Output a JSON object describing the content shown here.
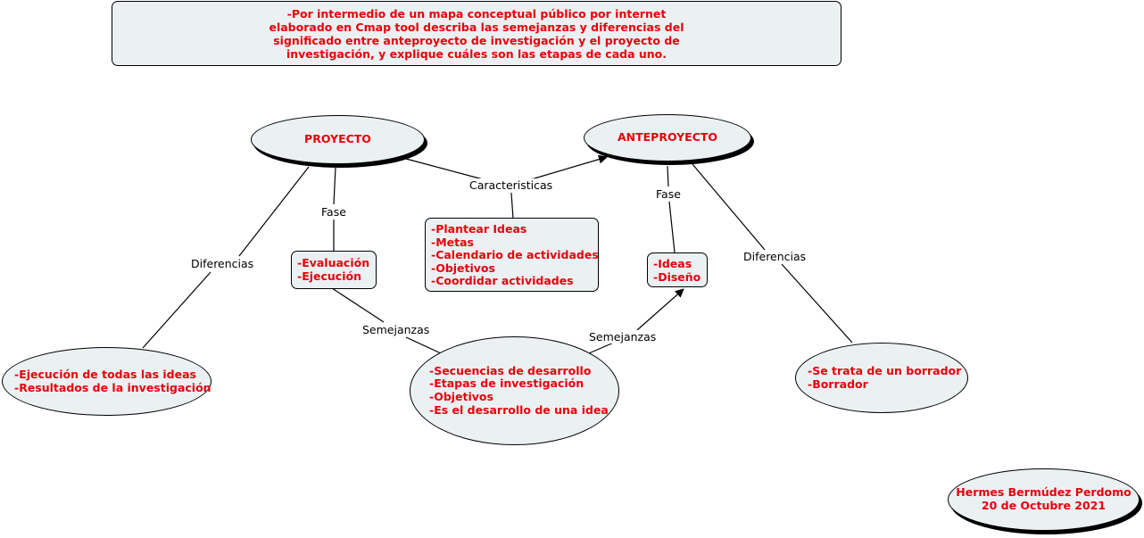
{
  "title": {
    "lines": [
      "-Por intermedio de un mapa conceptual público por internet",
      "elaborado en Cmap tool describa las semejanzas y diferencias del",
      "significado entre anteproyecto de investigación y el proyecto de",
      "investigación, y explique cuáles son las etapas de cada uno."
    ]
  },
  "nodes": {
    "proyecto": "PROYECTO",
    "anteproyecto": "ANTEPROYECTO",
    "caracteristicas": [
      "-Plantear Ideas",
      "-Metas",
      "-Calendario de actividades",
      "-Objetivos",
      "-Coordidar actividades"
    ],
    "fase_proyecto": [
      "-Evaluación",
      "-Ejecución"
    ],
    "fase_anteproyecto": [
      "-Ideas",
      "-Diseño"
    ],
    "diferencias_proyecto": [
      "-Ejecución de todas las ideas",
      "-Resultados de la investigación"
    ],
    "semejanzas": [
      "-Secuencias de desarrollo",
      "-Etapas de investigación",
      "-Objetivos",
      "-Es el desarrollo de una idea"
    ],
    "diferencias_anteproyecto": [
      "-Se trata de un borrador",
      "-Borrador"
    ],
    "author": [
      "Hermes Bermúdez Perdomo",
      "20 de Octubre 2021"
    ]
  },
  "link_labels": {
    "caracteristicas": "Caracteristicas",
    "fase_left": "Fase",
    "fase_right": "Fase",
    "diferencias_left": "Diferencias",
    "diferencias_right": "Diferencias",
    "semejanzas_left": "Semejanzas",
    "semejanzas_right": "Semejanzas"
  },
  "colors": {
    "node_text": "#e8000c",
    "node_fill": "#ebf1f2",
    "link": "#000000"
  }
}
